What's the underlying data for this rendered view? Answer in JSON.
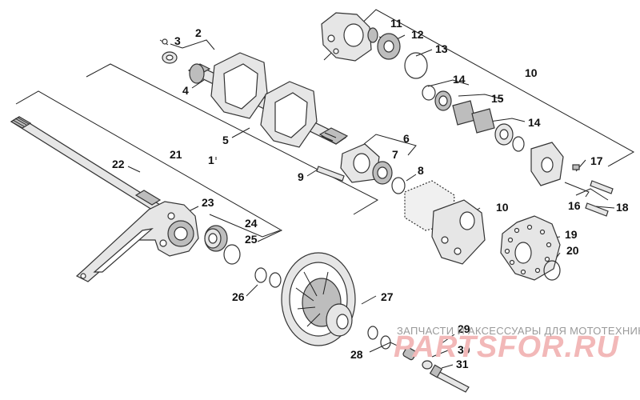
{
  "callouts": [
    {
      "id": "1",
      "text": "1"
    },
    {
      "id": "2",
      "text": "2"
    },
    {
      "id": "3",
      "text": "3"
    },
    {
      "id": "4",
      "text": "4"
    },
    {
      "id": "5",
      "text": "5"
    },
    {
      "id": "6",
      "text": "6"
    },
    {
      "id": "7",
      "text": "7"
    },
    {
      "id": "8",
      "text": "8"
    },
    {
      "id": "9",
      "text": "9"
    },
    {
      "id": "10a",
      "text": "10"
    },
    {
      "id": "10b",
      "text": "10"
    },
    {
      "id": "11",
      "text": "11"
    },
    {
      "id": "12",
      "text": "12"
    },
    {
      "id": "13",
      "text": "13"
    },
    {
      "id": "14a",
      "text": "14"
    },
    {
      "id": "14b",
      "text": "14"
    },
    {
      "id": "15",
      "text": "15"
    },
    {
      "id": "16",
      "text": "16"
    },
    {
      "id": "17",
      "text": "17"
    },
    {
      "id": "18",
      "text": "18"
    },
    {
      "id": "19",
      "text": "19"
    },
    {
      "id": "20",
      "text": "20"
    },
    {
      "id": "21",
      "text": "21"
    },
    {
      "id": "22",
      "text": "22"
    },
    {
      "id": "23",
      "text": "23"
    },
    {
      "id": "24",
      "text": "24"
    },
    {
      "id": "25",
      "text": "25"
    },
    {
      "id": "26",
      "text": "26"
    },
    {
      "id": "27",
      "text": "27"
    },
    {
      "id": "28",
      "text": "28"
    },
    {
      "id": "29",
      "text": "29"
    },
    {
      "id": "30",
      "text": "30"
    },
    {
      "id": "31",
      "text": "31"
    }
  ],
  "watermark": {
    "caption": "ЗАПЧАСТИ И АКСЕССУАРЫ ДЛЯ МОТОТЕХНИКИ",
    "logo": "PARTSFOR.RU"
  },
  "colors": {
    "line": "#222222",
    "label": "#111111",
    "watermark_logo": "#f2b8b8",
    "watermark_text": "#9a9a9a"
  }
}
